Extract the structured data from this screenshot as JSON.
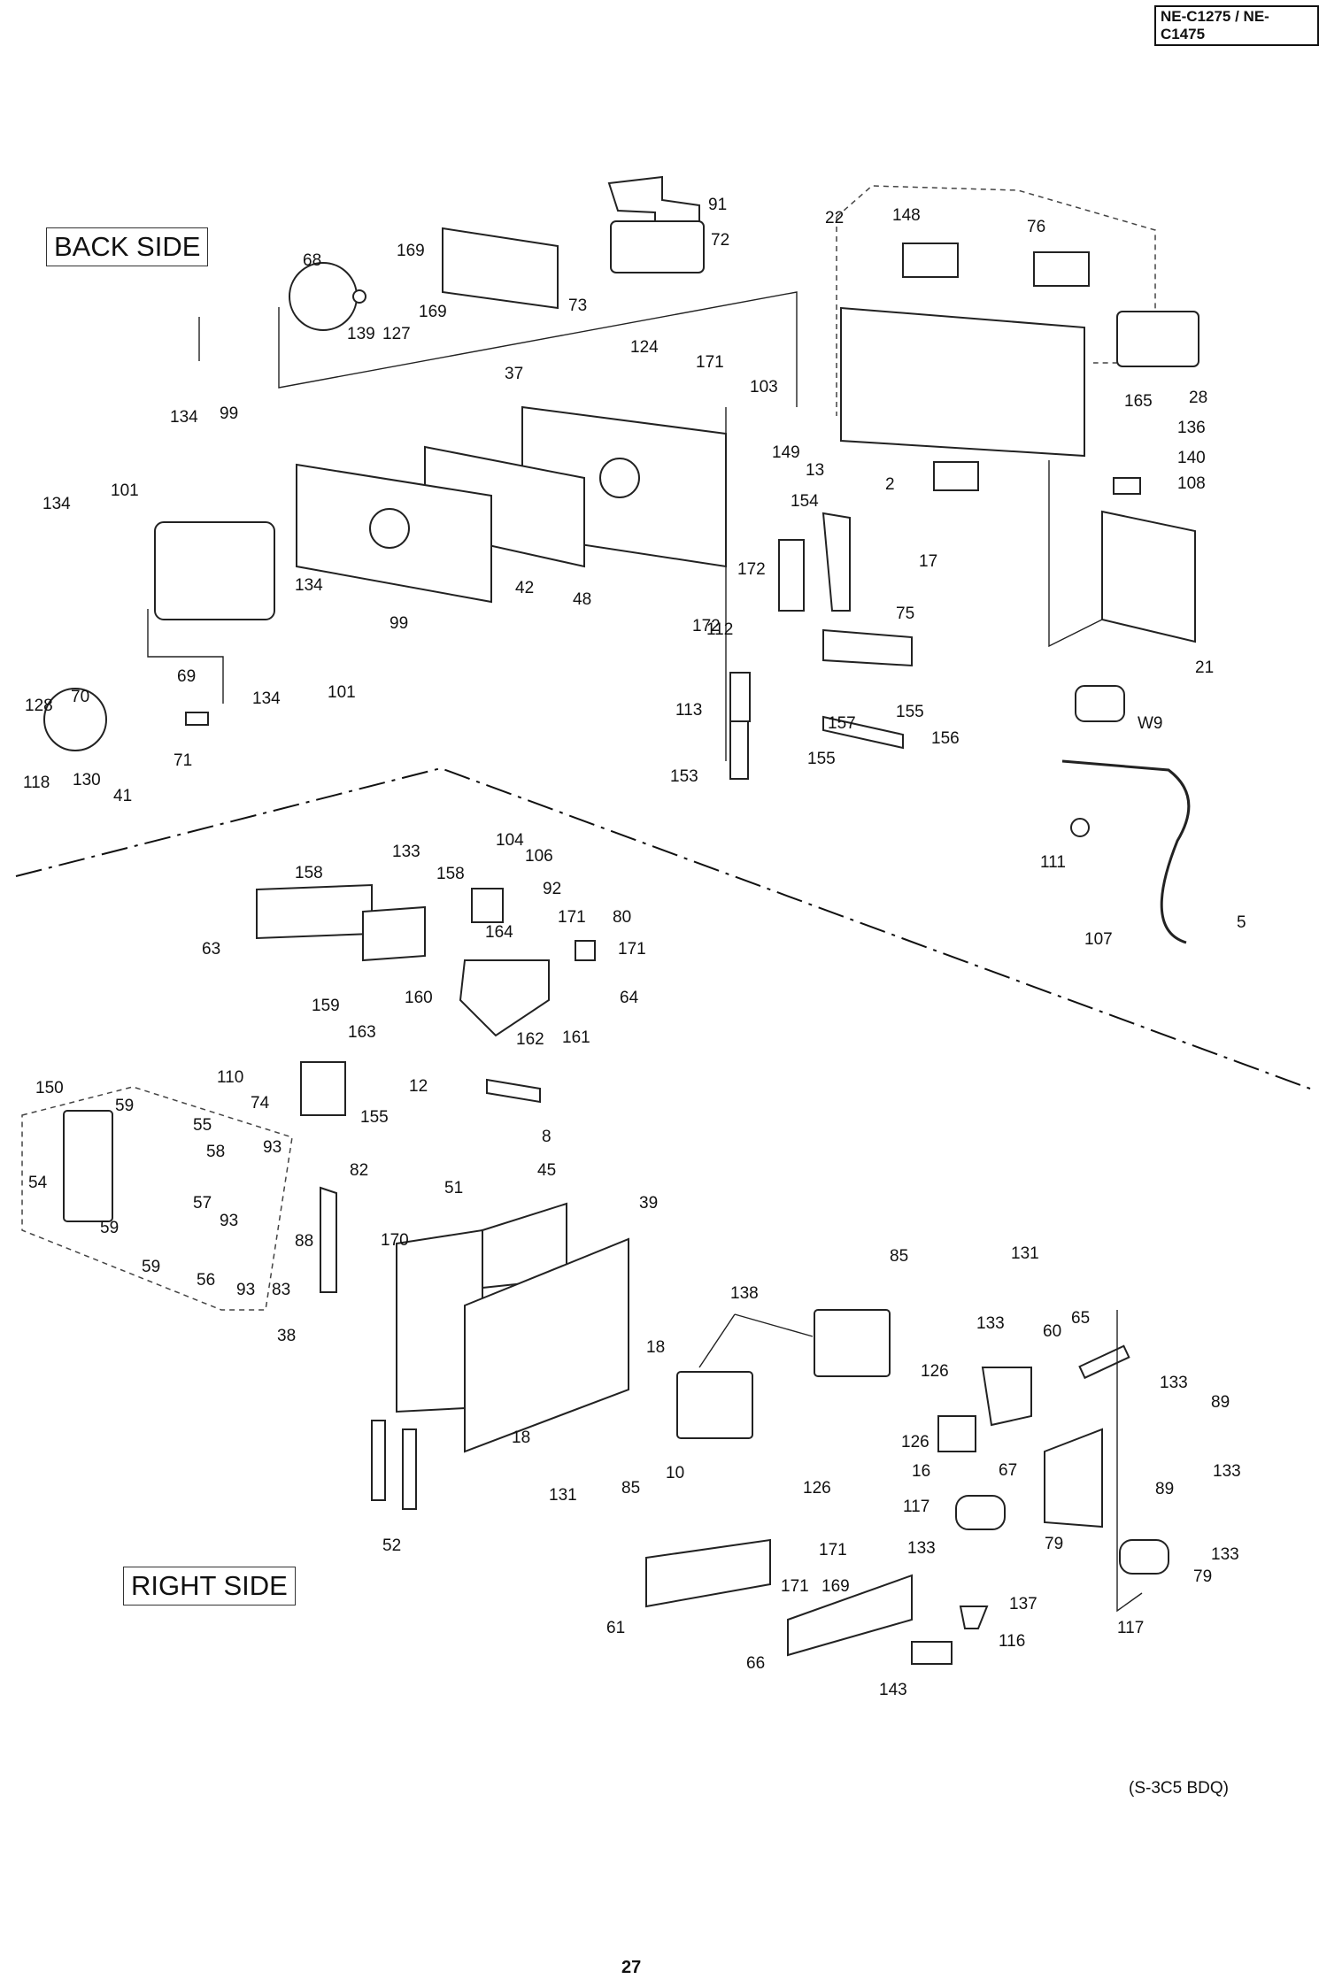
{
  "header": {
    "model": "NE-C1275 / NE-C1475"
  },
  "sections": {
    "back": "BACK SIDE",
    "right": "RIGHT SIDE"
  },
  "footer": {
    "drawing_code": "(S-3C5 BDQ)",
    "page_number": "27"
  },
  "back_side_labels": [
    "91",
    "72",
    "22",
    "148",
    "76",
    "169",
    "68",
    "73",
    "169",
    "139",
    "127",
    "124",
    "171",
    "103",
    "37",
    "28",
    "165",
    "136",
    "134",
    "99",
    "149",
    "13",
    "140",
    "2",
    "108",
    "101",
    "134",
    "154",
    "17",
    "42",
    "48",
    "172",
    "112",
    "172",
    "75",
    "134",
    "99",
    "21",
    "134",
    "101",
    "69",
    "113",
    "155",
    "157",
    "155",
    "156",
    "128",
    "70",
    "118",
    "130",
    "71",
    "41",
    "153",
    "W9",
    "111",
    "107",
    "5"
  ],
  "right_side_labels": [
    "104",
    "133",
    "106",
    "158",
    "158",
    "92",
    "171",
    "80",
    "63",
    "164",
    "171",
    "64",
    "159",
    "160",
    "163",
    "162",
    "161",
    "110",
    "74",
    "155",
    "12",
    "8",
    "150",
    "59",
    "55",
    "58",
    "93",
    "82",
    "54",
    "57",
    "59",
    "93",
    "170",
    "88",
    "59",
    "56",
    "93",
    "83",
    "38",
    "51",
    "45",
    "39",
    "18",
    "18",
    "52",
    "85",
    "131",
    "138",
    "133",
    "60",
    "65",
    "126",
    "126",
    "133",
    "89",
    "16",
    "67",
    "133",
    "131",
    "85",
    "126",
    "117",
    "10",
    "89",
    "133",
    "79",
    "171",
    "133",
    "79",
    "171",
    "169",
    "137",
    "61",
    "117",
    "116",
    "66",
    "143"
  ]
}
